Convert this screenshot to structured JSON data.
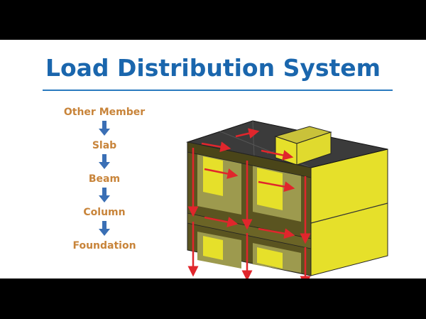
{
  "title": "Load Distribution System",
  "flow": {
    "steps": [
      "Other Member",
      "Slab",
      "Beam",
      "Column",
      "Foundation"
    ]
  },
  "colors": {
    "title": "#1a66ad",
    "steps": "#c8843a",
    "arrow": "#3a6fb5",
    "building_face": "#e6e02a",
    "slab_top": "#3b3b3b",
    "load_arrows": "#e0262c"
  },
  "icons": [
    "down-arrow-icon"
  ]
}
